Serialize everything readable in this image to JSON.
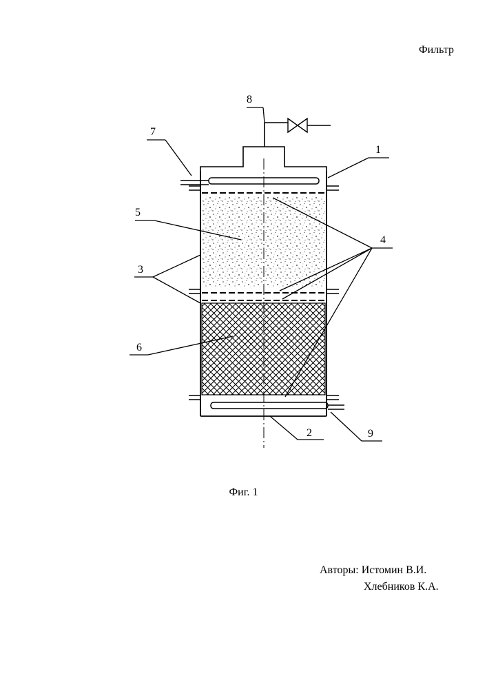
{
  "title": "Фильтр",
  "caption": "Фиг. 1",
  "authors": {
    "line1": "Авторы: Истомин В.И.",
    "line2": "Хлебников К.А."
  },
  "labels": {
    "l1": "1",
    "l2": "2",
    "l3": "3",
    "l4": "4",
    "l5": "5",
    "l6": "6",
    "l7": "7",
    "l8": "8",
    "l9": "9"
  }
}
